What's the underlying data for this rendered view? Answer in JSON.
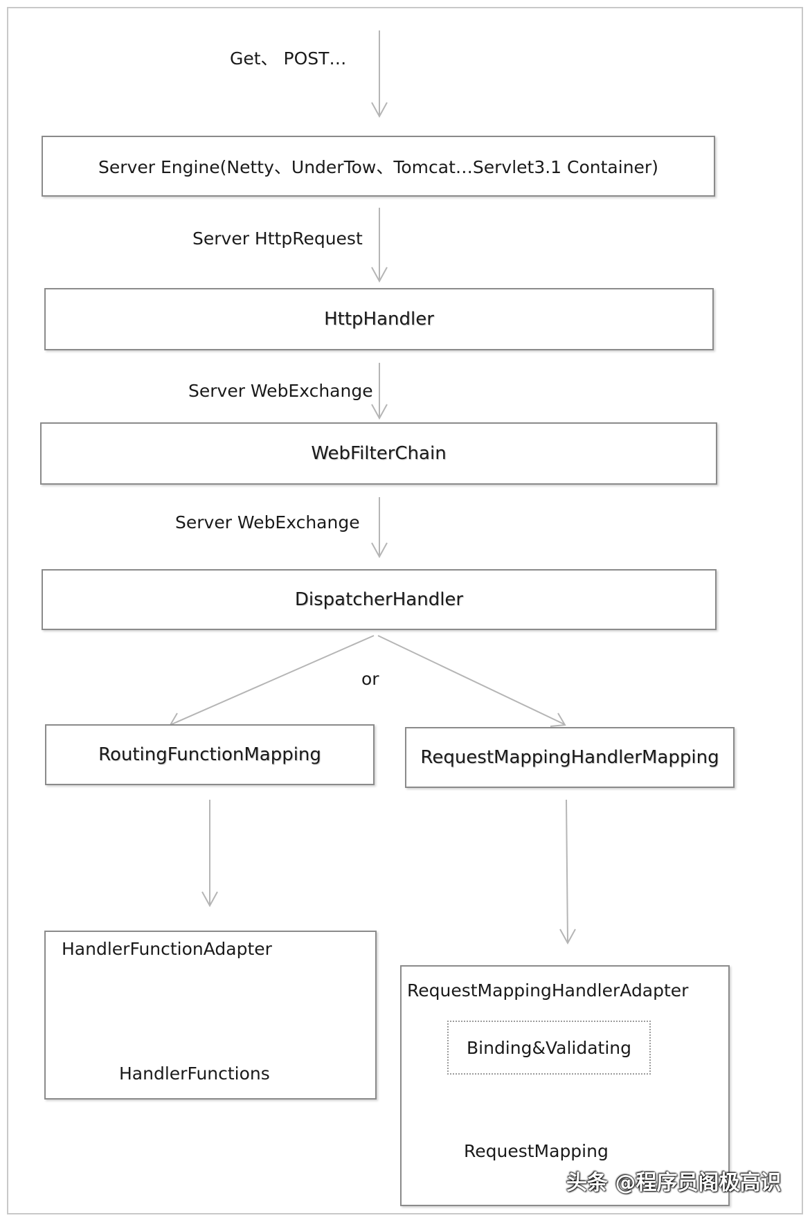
{
  "labels": {
    "methods": "Get、 POST…",
    "server_http_request": "Server HttpRequest",
    "server_web_exchange_1": "Server WebExchange",
    "server_web_exchange_2": "Server WebExchange",
    "or": "or"
  },
  "nodes": {
    "server_engine": "Server Engine(Netty、UnderTow、Tomcat…Servlet3.1 Container)",
    "http_handler": "HttpHandler",
    "web_filter_chain": "WebFilterChain",
    "dispatcher_handler": "DispatcherHandler",
    "routing_function_mapping": "RoutingFunctionMapping",
    "request_mapping_handler_mapping": "RequestMappingHandlerMapping",
    "handler_function_adapter": "HandlerFunctionAdapter",
    "handler_functions": "HandlerFunctions",
    "request_mapping_handler_adapter": "RequestMappingHandlerAdapter",
    "binding_validating": "Binding&Validating",
    "request_mapping": "RequestMapping"
  },
  "watermark": "头条 @程序员阁极高识",
  "colors": {
    "arrow": "#b5b5b5",
    "box_border": "#8a8a8a",
    "cycle_arrow": "#9c9c9c"
  }
}
